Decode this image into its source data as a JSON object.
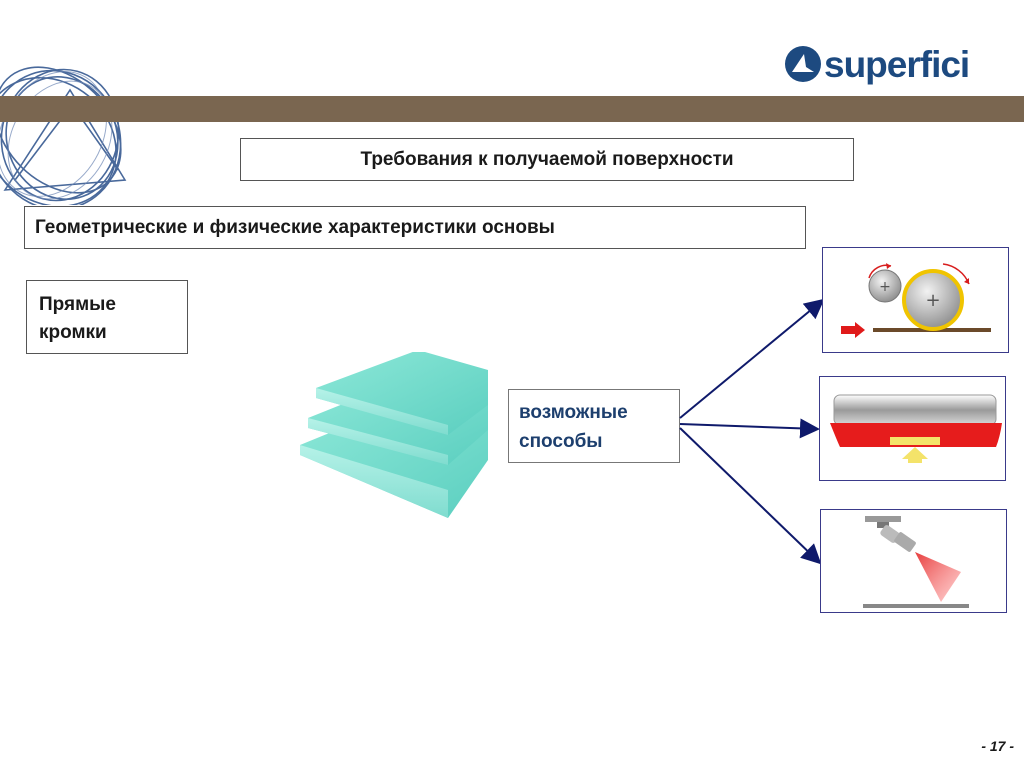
{
  "brand": {
    "name": "superfici",
    "color": "#1d4a80"
  },
  "header": {
    "band_color": "#7a6650"
  },
  "title": "Требования к получаемой поверхности",
  "subtitle": "Геометрические и физические характеристики основы",
  "feature_label": {
    "line1": "Прямые",
    "line2": "кромки"
  },
  "methods_label": {
    "line1": "возможные",
    "line2": "способы"
  },
  "illustrations": [
    {
      "icon": "roller-coating-icon"
    },
    {
      "icon": "curtain-coating-icon"
    },
    {
      "icon": "spray-coating-icon"
    }
  ],
  "page_number": "- 17 -"
}
